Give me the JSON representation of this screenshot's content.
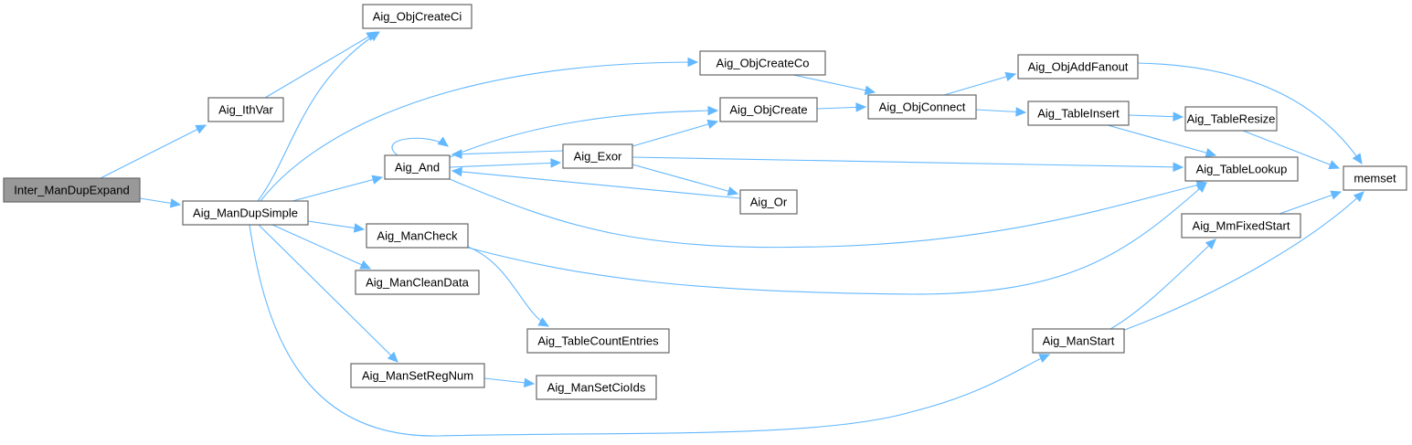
{
  "diagram": {
    "type": "call-graph",
    "colors": {
      "edge": "#63b8ff",
      "root_fill": "#999999",
      "node_fill": "#ffffff",
      "node_border": "#666666"
    },
    "nodes": [
      {
        "id": "Inter_ManDupExpand",
        "label": "Inter_ManDupExpand",
        "root": true
      },
      {
        "id": "Aig_IthVar",
        "label": "Aig_IthVar"
      },
      {
        "id": "Aig_ManDupSimple",
        "label": "Aig_ManDupSimple"
      },
      {
        "id": "Aig_ObjCreateCi",
        "label": "Aig_ObjCreateCi"
      },
      {
        "id": "Aig_ObjCreateCo",
        "label": "Aig_ObjCreateCo"
      },
      {
        "id": "Aig_And",
        "label": "Aig_And"
      },
      {
        "id": "Aig_ObjCreate",
        "label": "Aig_ObjCreate"
      },
      {
        "id": "Aig_Exor",
        "label": "Aig_Exor"
      },
      {
        "id": "Aig_Or",
        "label": "Aig_Or"
      },
      {
        "id": "Aig_ManCheck",
        "label": "Aig_ManCheck"
      },
      {
        "id": "Aig_ManCleanData",
        "label": "Aig_ManCleanData"
      },
      {
        "id": "Aig_TableCountEntries",
        "label": "Aig_TableCountEntries"
      },
      {
        "id": "Aig_ManSetRegNum",
        "label": "Aig_ManSetRegNum"
      },
      {
        "id": "Aig_ManSetCioIds",
        "label": "Aig_ManSetCioIds"
      },
      {
        "id": "Aig_ObjConnect",
        "label": "Aig_ObjConnect"
      },
      {
        "id": "Aig_ObjAddFanout",
        "label": "Aig_ObjAddFanout"
      },
      {
        "id": "Aig_TableInsert",
        "label": "Aig_TableInsert"
      },
      {
        "id": "Aig_TableResize",
        "label": "Aig_TableResize"
      },
      {
        "id": "Aig_TableLookup",
        "label": "Aig_TableLookup"
      },
      {
        "id": "Aig_MmFixedStart",
        "label": "Aig_MmFixedStart"
      },
      {
        "id": "Aig_ManStart",
        "label": "Aig_ManStart"
      },
      {
        "id": "memset",
        "label": "memset"
      }
    ],
    "edges": [
      [
        "Inter_ManDupExpand",
        "Aig_IthVar"
      ],
      [
        "Inter_ManDupExpand",
        "Aig_ManDupSimple"
      ],
      [
        "Aig_IthVar",
        "Aig_ObjCreateCi"
      ],
      [
        "Aig_ManDupSimple",
        "Aig_ObjCreateCi"
      ],
      [
        "Aig_ManDupSimple",
        "Aig_ObjCreateCo"
      ],
      [
        "Aig_ManDupSimple",
        "Aig_And"
      ],
      [
        "Aig_ManDupSimple",
        "Aig_ManCheck"
      ],
      [
        "Aig_ManDupSimple",
        "Aig_ManCleanData"
      ],
      [
        "Aig_ManDupSimple",
        "Aig_ManSetRegNum"
      ],
      [
        "Aig_ManDupSimple",
        "Aig_ManStart"
      ],
      [
        "Aig_And",
        "Aig_And"
      ],
      [
        "Aig_And",
        "Aig_ObjCreate"
      ],
      [
        "Aig_And",
        "Aig_Exor"
      ],
      [
        "Aig_And",
        "Aig_TableLookup"
      ],
      [
        "Aig_Exor",
        "Aig_And"
      ],
      [
        "Aig_Exor",
        "Aig_ObjCreate"
      ],
      [
        "Aig_Exor",
        "Aig_Or"
      ],
      [
        "Aig_Exor",
        "Aig_TableLookup"
      ],
      [
        "Aig_Or",
        "Aig_And"
      ],
      [
        "Aig_ObjCreateCo",
        "Aig_ObjConnect"
      ],
      [
        "Aig_ObjCreate",
        "Aig_ObjConnect"
      ],
      [
        "Aig_ObjConnect",
        "Aig_ObjAddFanout"
      ],
      [
        "Aig_ObjConnect",
        "Aig_TableInsert"
      ],
      [
        "Aig_ObjAddFanout",
        "memset"
      ],
      [
        "Aig_TableInsert",
        "Aig_TableResize"
      ],
      [
        "Aig_TableInsert",
        "Aig_TableLookup"
      ],
      [
        "Aig_TableResize",
        "memset"
      ],
      [
        "Aig_ManCheck",
        "Aig_TableCountEntries"
      ],
      [
        "Aig_ManCheck",
        "Aig_TableLookup"
      ],
      [
        "Aig_ManSetRegNum",
        "Aig_ManSetCioIds"
      ],
      [
        "Aig_ManStart",
        "Aig_MmFixedStart"
      ],
      [
        "Aig_ManStart",
        "memset"
      ],
      [
        "Aig_MmFixedStart",
        "memset"
      ]
    ]
  }
}
